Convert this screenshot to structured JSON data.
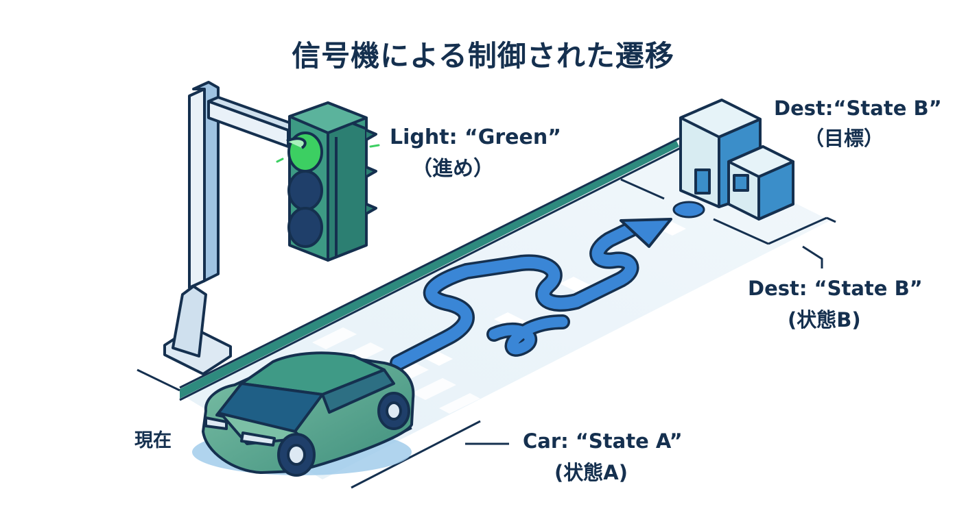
{
  "title": "信号機による制御された遷移",
  "labels": {
    "light": {
      "line1": "Light: “Green”",
      "line2": "（進め）"
    },
    "dest_top": {
      "line1": "Dest:“State B”",
      "line2": "（目標）"
    },
    "dest_right": {
      "line1": "Dest: “State B”",
      "line2": "(状態B)"
    },
    "car": {
      "line1": "Car: “State A”",
      "line2": "(状態A)"
    },
    "current": "現在"
  },
  "colors": {
    "outline": "#15304f",
    "road": "#dcecf5",
    "road_edge": "#2e8a7e",
    "path": "#3a86d6",
    "car_body": "#5fa88d",
    "light_housing": "#3d9a84",
    "light_green": "#3ccf62",
    "pole": "#dde9f3",
    "building": "#d8ecf2",
    "building_shade": "#3b8ec9",
    "text": "#15304f"
  }
}
